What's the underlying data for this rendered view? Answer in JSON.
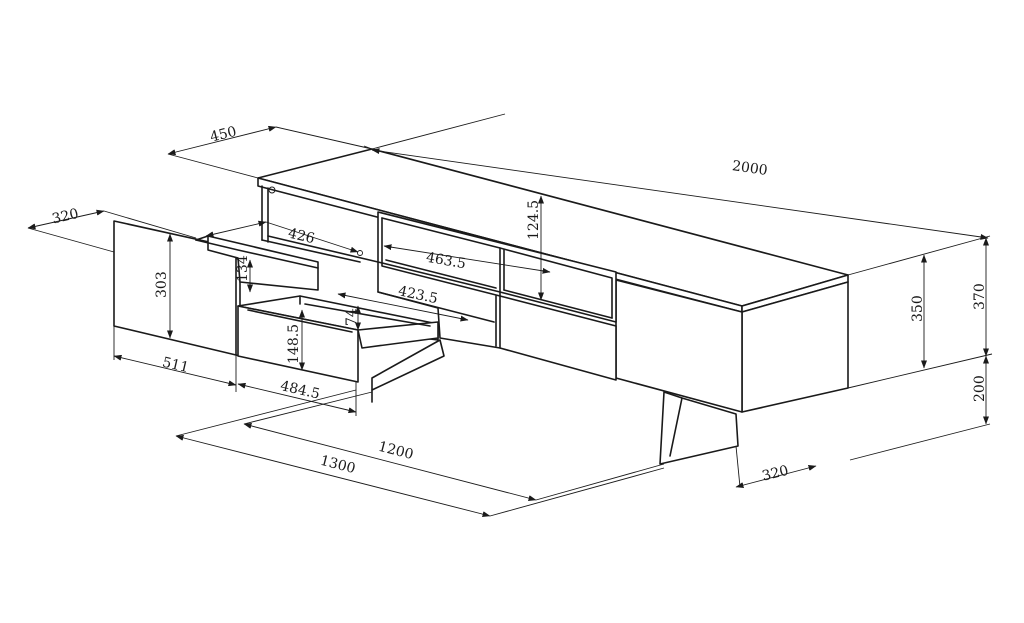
{
  "dimensions": {
    "overall_length": "2000",
    "top_depth": "450",
    "overall_height": "370",
    "body_height": "350",
    "leg_height": "200",
    "leg_depth": "320",
    "leg_span_inner": "1200",
    "leg_span_outer": "1300",
    "door_depth": "320",
    "door_height": "303",
    "door_width": "511",
    "drawer_width": "484.5",
    "drawer_inner_depth": "426",
    "drawer_inner_height": "134",
    "drawer_front_height": "148.5",
    "drawer_side_height": "74",
    "drawer_inner_width": "423.5",
    "shelf_width": "463.5",
    "shelf_height": "124.5"
  }
}
